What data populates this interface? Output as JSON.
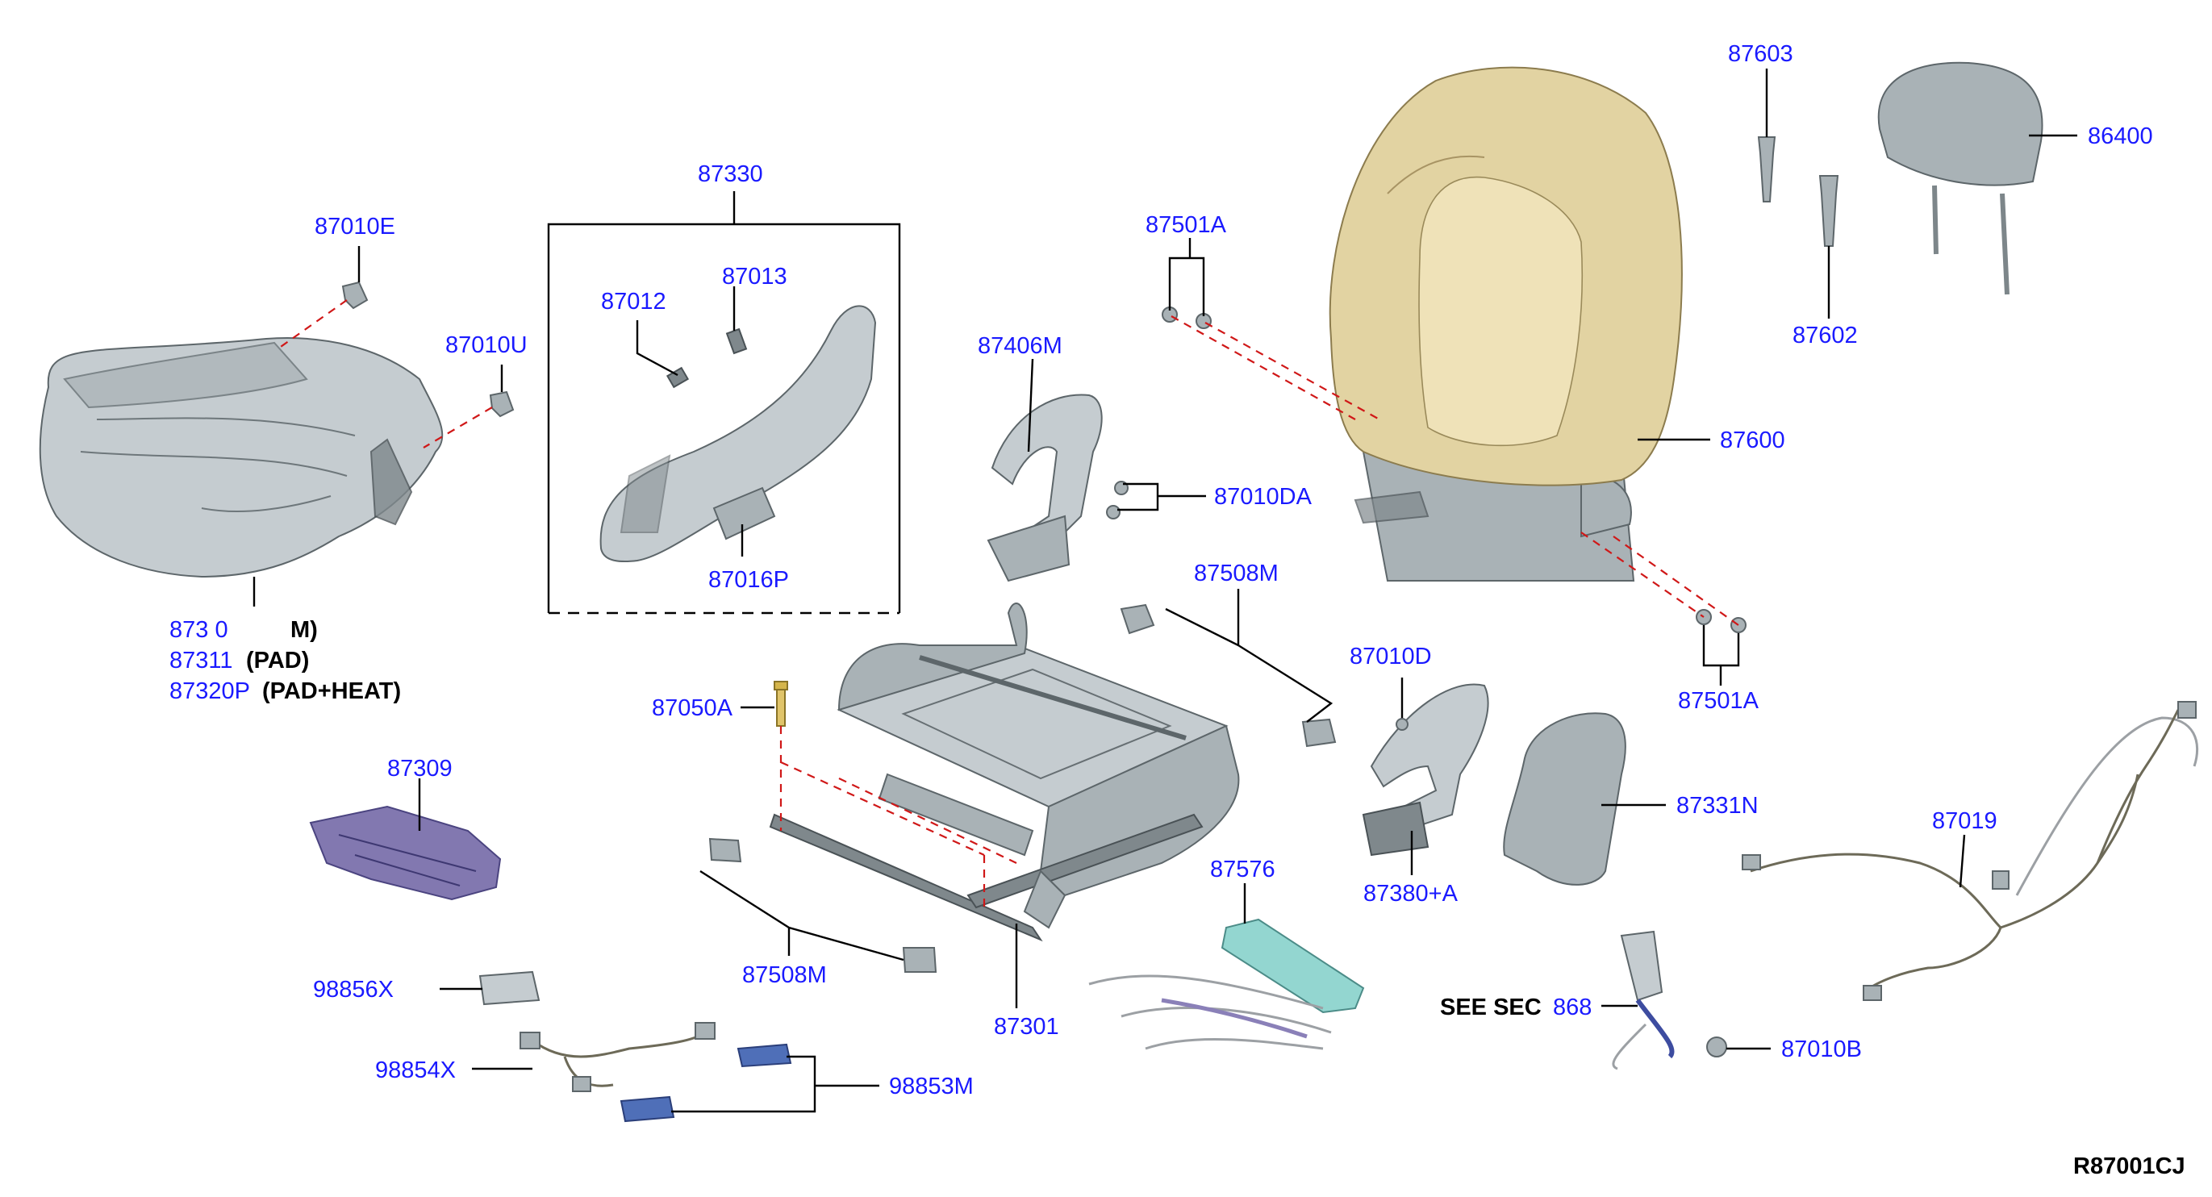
{
  "labels": {
    "p87010E": "87010E",
    "p87010U": "87010U",
    "p87330": "87330",
    "p87012": "87012",
    "p87013": "87013",
    "p87016P": "87016P",
    "p87406M": "87406M",
    "p87501A_top": "87501A",
    "p87010DA": "87010DA",
    "p87508M_top": "87508M",
    "p87603": "87603",
    "p86400": "86400",
    "p87602": "87602",
    "p87600": "87600",
    "p87010DA_2": "87010D",
    "p87501A_bottom": "87501A",
    "p87331N": "87331N",
    "p87380A": "87380+A",
    "p87019": "87019",
    "p87050A": "87050A",
    "p87309": "87309",
    "p87508M_bottom": "87508M",
    "p87301": "87301",
    "p87576": "87576",
    "p98856X": "98856X",
    "p98854X": "98854X",
    "p98853M": "98853M",
    "p87010B": "87010B",
    "p87300_partial": "873 0",
    "p87300_suffix": "M)",
    "p87311": "87311",
    "p87311_note": "(PAD)",
    "p87320P": "87320P",
    "p87320P_note": "(PAD+HEAT)",
    "see_sec": "SEE SEC",
    "see_sec_num": "868",
    "diagram_code": "R87001CJ"
  },
  "colors": {
    "label_blue": "#1a1aff",
    "leader_black": "#000000",
    "dash_red": "#d01818",
    "foam_tan": "#e2d3a2",
    "metal_grey": "#a9b2b6",
    "harness_purple": "#8278b0",
    "mat_cyan": "#93d6d0"
  }
}
